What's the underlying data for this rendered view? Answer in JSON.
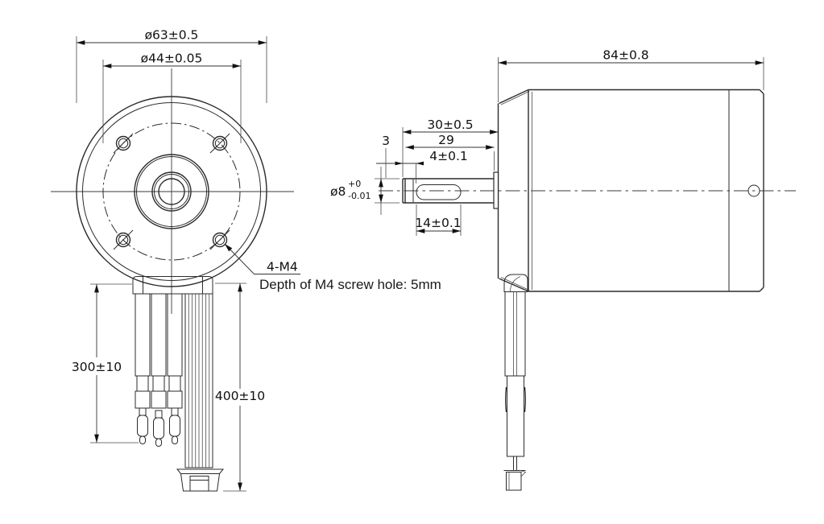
{
  "front_view": {
    "dia_outer": "ø63±0.5",
    "dia_bolt_circle": "ø44±0.05",
    "screw_label": "4-M4",
    "screw_note": "Depth of M4 screw hole: 5mm",
    "phase_wire_length": "300±10",
    "sensor_wire_length": "400±10"
  },
  "side_view": {
    "body_length": "84±0.8",
    "shaft_length": "30±0.5",
    "shaft_to_boss": "29",
    "tip_to_flat": "4±0.1",
    "chamfer_length": "3",
    "shaft_dia": "ø8",
    "shaft_dia_tol_upper": "+0",
    "shaft_dia_tol_lower": "-0.01",
    "flat_length": "14±0.1"
  },
  "colors": {
    "line": "#2b2b2b",
    "background": "#ffffff"
  }
}
